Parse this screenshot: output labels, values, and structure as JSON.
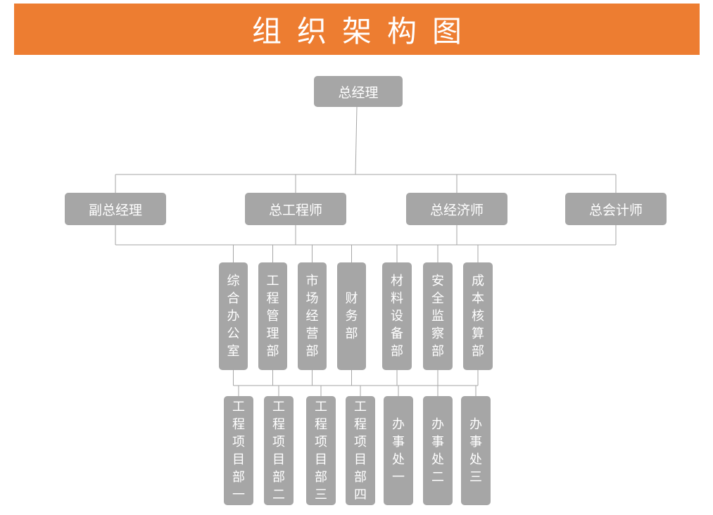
{
  "title": "组织架构图",
  "colors": {
    "banner": "#ED7D31",
    "box": "#A6A6A6",
    "line": "#A6A6A6",
    "text": "#FFFFFF"
  },
  "root": "总经理",
  "level2": [
    "副总经理",
    "总工程师",
    "总经济师",
    "总会计师"
  ],
  "departments": [
    "综合办公室",
    "工程管理部",
    "市场经营部",
    "财务部",
    "材料设备部",
    "安全监察部",
    "成本核算部"
  ],
  "sub_units": [
    "工程项目部一",
    "工程项目部二",
    "工程项目部三",
    "工程项目部四",
    "办事处一",
    "办事处二",
    "办事处三"
  ]
}
